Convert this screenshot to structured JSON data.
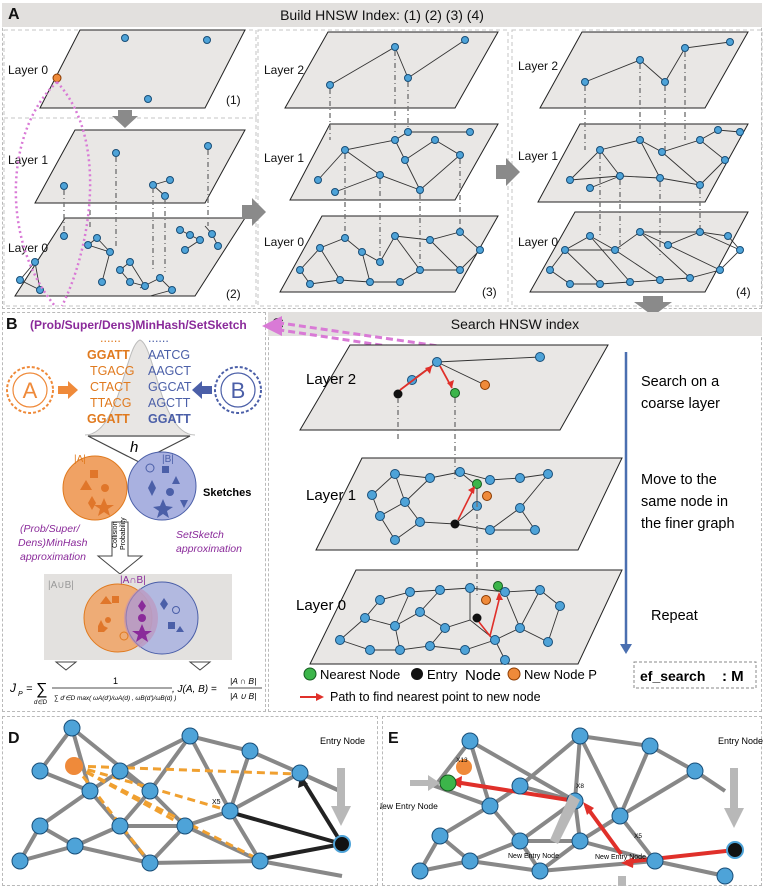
{
  "panel_a": {
    "letter": "A",
    "title": "Build HNSW Index: (1) (2) (3) (4)",
    "layer0": "Layer 0",
    "layer1": "Layer 1",
    "layer2": "Layer 2",
    "step1": "(1)",
    "step2": "(2)",
    "step3": "(3)",
    "step4": "(4)"
  },
  "panel_b": {
    "letter": "B",
    "title": "(Prob/Super/Dens)MinHash/SetSketch",
    "set_a": "A",
    "set_b": "B",
    "dots": "......",
    "seqs_a": [
      "GGATT",
      "TGACG",
      "CTACT",
      "TTACG",
      "GGATT"
    ],
    "seqs_b": [
      "AATCG",
      "AAGCT",
      "GGCAT",
      "AGCTT",
      "GGATT"
    ],
    "hash": "h",
    "card_a": "|A|",
    "card_b": "|B|",
    "sketches": "Sketches",
    "approx_left": [
      "(Prob/Super/",
      "Dens)MinHash",
      "approximation"
    ],
    "approx_right": [
      "SetSketch",
      "approximation"
    ],
    "collision": [
      "Collision",
      "Probability"
    ],
    "union": "|A∪B|",
    "intersection": "|A∩B|",
    "formula_jp_lhs": "J",
    "formula_jp_sub": "P",
    "formula_sum": "∑",
    "formula_sum_sub": "d∈D",
    "formula_num": "1",
    "formula_den": "∑ d′∈D max( ωA(d′)/ωA(d) , ωB(d′)/ωB(d) )",
    "formula_j": ", J(A, B) =",
    "formula_j_num": "|A ∩ B|",
    "formula_j_den": "|A ∪ B|"
  },
  "panel_c": {
    "letter": "C",
    "title": "Search HNSW index",
    "layer2": "Layer 2",
    "layer1": "Layer 1",
    "layer0": "Layer 0",
    "step1": [
      "Search on a",
      "coarse layer"
    ],
    "step2": [
      "Move to the",
      "same node in",
      "the finer graph"
    ],
    "step3": "Repeat",
    "ef_label": "ef_search",
    "ef_value": ": M",
    "legend_nearest": "Nearest Node",
    "legend_entry": "Entry",
    "legend_node": "Node",
    "legend_new": "New Node P",
    "legend_path": "Path to find nearest point to new node"
  },
  "panel_d": {
    "letter": "D",
    "entry_label": "Entry Node",
    "x5": "X5"
  },
  "panel_e": {
    "letter": "E",
    "entry_label": "Entry Node",
    "new_entry_left": "New Entry Node",
    "new_entry_mid": "New Entry Node",
    "new_entry_right": "New Entry Node",
    "x13": "X13",
    "x8": "X8",
    "x5": "X5"
  },
  "colors": {
    "node_blue": "#4ea3d8",
    "new_node_orange": "#ef8a3a",
    "nearest_green": "#3cb54a",
    "entry_black": "#111111",
    "path_red": "#e0302a",
    "title_purple": "#8a2a9a",
    "sketch_orange": "#f0a264",
    "sketch_blue": "#9aa6dc",
    "seq_orange": "#e07a1f",
    "seq_blue": "#4b5fa8"
  }
}
